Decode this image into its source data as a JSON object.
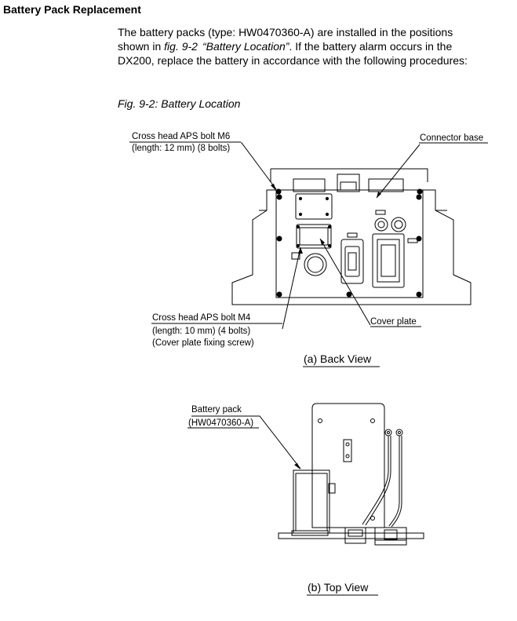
{
  "section": {
    "heading": "Battery Pack Replacement",
    "line1": "The battery packs (type: HW0470360-A) are installed in the positions",
    "line2_prefix": "shown in ",
    "line2_ref": "fig. 9-2",
    "line2_ref_title": "“Battery Location”",
    "line2_suffix": ".  If the battery alarm occurs in the",
    "line3": "DX200, replace the battery in accordance with the following procedures:"
  },
  "figure": {
    "caption": "Fig. 9-2: Battery Location",
    "back_view": {
      "caption": "(a) Back View",
      "label_m6_line1": "Cross head APS bolt M6",
      "label_m6_line2": "(length: 12 mm)  (8 bolts)",
      "label_connector_base": "Connector base",
      "label_m4_line1": "Cross head APS bolt M4",
      "label_m4_line2": "(length: 10 mm)  (4 bolts)",
      "label_m4_line3": "(Cover plate fixing screw)",
      "label_cover_plate": "Cover plate"
    },
    "top_view": {
      "caption": "(b) Top View",
      "label_battery_line1": "Battery pack",
      "label_battery_line2": "(HW0470360-A)"
    }
  }
}
